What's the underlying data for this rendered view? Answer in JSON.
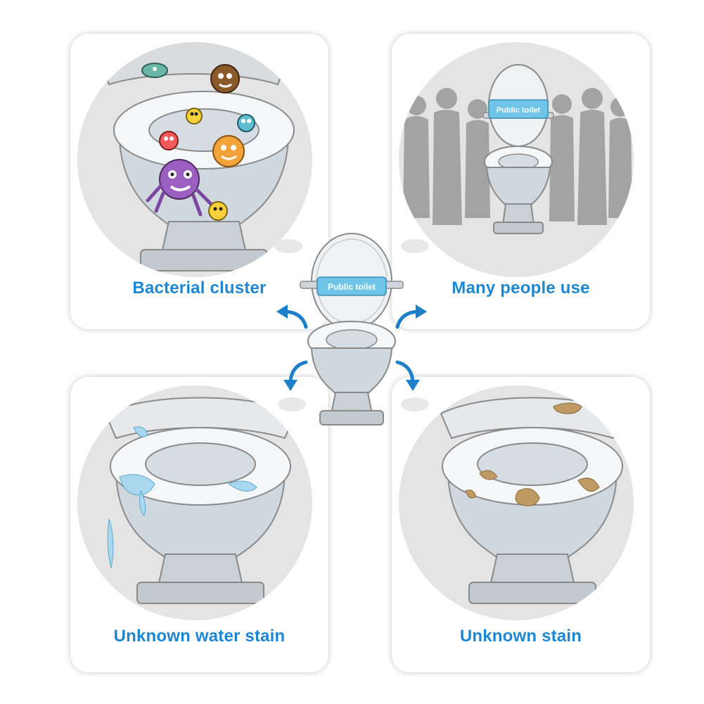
{
  "cards": {
    "top_left": {
      "caption": "Bacterial cluster"
    },
    "top_right": {
      "caption": "Many people use",
      "sign": "Public toilet"
    },
    "bottom_left": {
      "caption": "Unknown water stain"
    },
    "bottom_right": {
      "caption": "Unknown stain"
    }
  },
  "center": {
    "sign": "Public toilet"
  },
  "colors": {
    "caption": "#1d87d4",
    "card_background": "#ffffff",
    "circle_background": "#e4e4e4",
    "porcelain": "#e9eef1",
    "water": "#a9d8ee",
    "stain": "#bf9b63",
    "sign": "#6ec5e7"
  },
  "icons": [
    "toilet-icon",
    "germ-icon",
    "person-silhouette-icon",
    "arrow-icon",
    "water-drop-icon",
    "stain-icon"
  ]
}
